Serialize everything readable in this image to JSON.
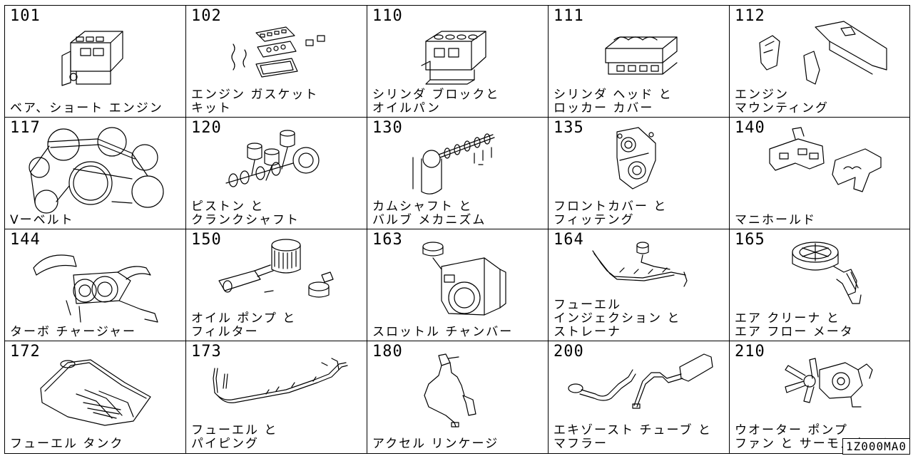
{
  "figure_code": "1Z000MA0",
  "sections": [
    {
      "code": "101",
      "lines": [
        "ベア、ショート エンジン"
      ],
      "icon": "short-engine-icon"
    },
    {
      "code": "102",
      "lines": [
        "エンジン ガスケット",
        "キット"
      ],
      "icon": "gasket-kit-icon"
    },
    {
      "code": "110",
      "lines": [
        "シリンダ ブロックと",
        "オイルパン"
      ],
      "icon": "cylinder-block-icon"
    },
    {
      "code": "111",
      "lines": [
        "シリンダ ヘッド と",
        "ロッカー カバー"
      ],
      "icon": "cylinder-head-icon"
    },
    {
      "code": "112",
      "lines": [
        "エンジン",
        "マウンティング"
      ],
      "icon": "engine-mount-icon"
    },
    {
      "code": "117",
      "lines": [
        "Vーベルト"
      ],
      "icon": "v-belt-icon"
    },
    {
      "code": "120",
      "lines": [
        "ピストン と",
        "クランクシャフト"
      ],
      "icon": "piston-crankshaft-icon"
    },
    {
      "code": "130",
      "lines": [
        "カムシャフト と",
        "バルブ メカニズム"
      ],
      "icon": "camshaft-valve-icon"
    },
    {
      "code": "135",
      "lines": [
        "フロントカバー と",
        "フィッテング"
      ],
      "icon": "front-cover-icon"
    },
    {
      "code": "140",
      "lines": [
        "マニホールド"
      ],
      "icon": "manifold-icon"
    },
    {
      "code": "144",
      "lines": [
        "ターボ チャージャー"
      ],
      "icon": "turbocharger-icon"
    },
    {
      "code": "150",
      "lines": [
        "オイル ポンプ と",
        "フィルター"
      ],
      "icon": "oil-pump-filter-icon"
    },
    {
      "code": "163",
      "lines": [
        "スロットル チャンバー"
      ],
      "icon": "throttle-chamber-icon"
    },
    {
      "code": "164",
      "lines": [
        "フューエル",
        "インジェクション と",
        "ストレーナ"
      ],
      "icon": "fuel-injection-icon"
    },
    {
      "code": "165",
      "lines": [
        "エア クリーナ と",
        "エア フロー メータ"
      ],
      "icon": "air-cleaner-icon"
    },
    {
      "code": "172",
      "lines": [
        "フューエル タンク"
      ],
      "icon": "fuel-tank-icon"
    },
    {
      "code": "173",
      "lines": [
        "フューエル と",
        "パイピング"
      ],
      "icon": "fuel-piping-icon"
    },
    {
      "code": "180",
      "lines": [
        "アクセル リンケージ"
      ],
      "icon": "accelerator-linkage-icon"
    },
    {
      "code": "200",
      "lines": [
        "エキゾースト チューブ と",
        "マフラー"
      ],
      "icon": "exhaust-muffler-icon"
    },
    {
      "code": "210",
      "lines": [
        "ウオーター ポンプ",
        "ファン と サーモスタット"
      ],
      "icon": "water-pump-fan-icon"
    }
  ]
}
